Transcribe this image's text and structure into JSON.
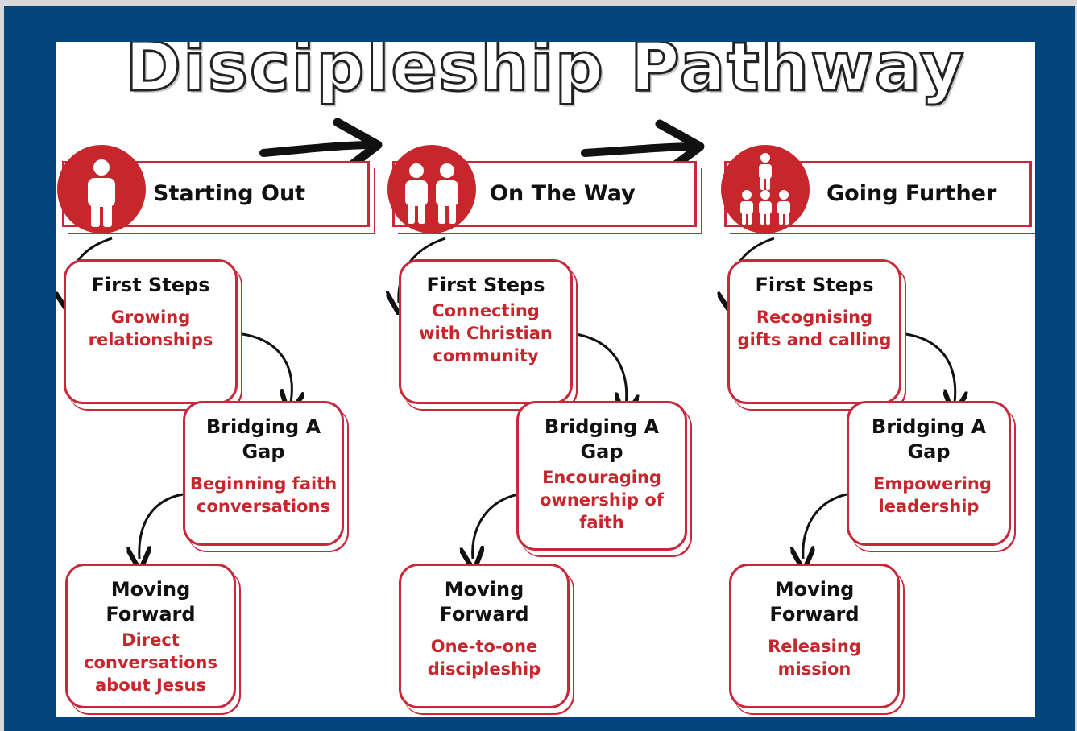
{
  "title": "Discipleship Pathway",
  "colors": {
    "frame": "#02457d",
    "accent": "#c8262d",
    "text": "#111111"
  },
  "stages": [
    {
      "label": "Starting Out",
      "icon": "one-person-icon",
      "steps": [
        {
          "name": "First Steps",
          "description": "Growing relationships"
        },
        {
          "name": "Bridging A Gap",
          "description": "Beginning faith conversations"
        },
        {
          "name": "Moving Forward",
          "description": "Direct conversations about Jesus"
        }
      ]
    },
    {
      "label": "On The Way",
      "icon": "two-people-icon",
      "steps": [
        {
          "name": "First Steps",
          "description": "Connecting with Christian community"
        },
        {
          "name": "Bridging A Gap",
          "description": "Encouraging ownership of faith"
        },
        {
          "name": "Moving Forward",
          "description": "One-to-one discipleship"
        }
      ]
    },
    {
      "label": "Going Further",
      "icon": "leader-with-group-icon",
      "steps": [
        {
          "name": "First Steps",
          "description": "Recognising gifts and calling"
        },
        {
          "name": "Bridging A Gap",
          "description": "Empowering leadership"
        },
        {
          "name": "Moving Forward",
          "description": "Releasing mission"
        }
      ]
    }
  ]
}
